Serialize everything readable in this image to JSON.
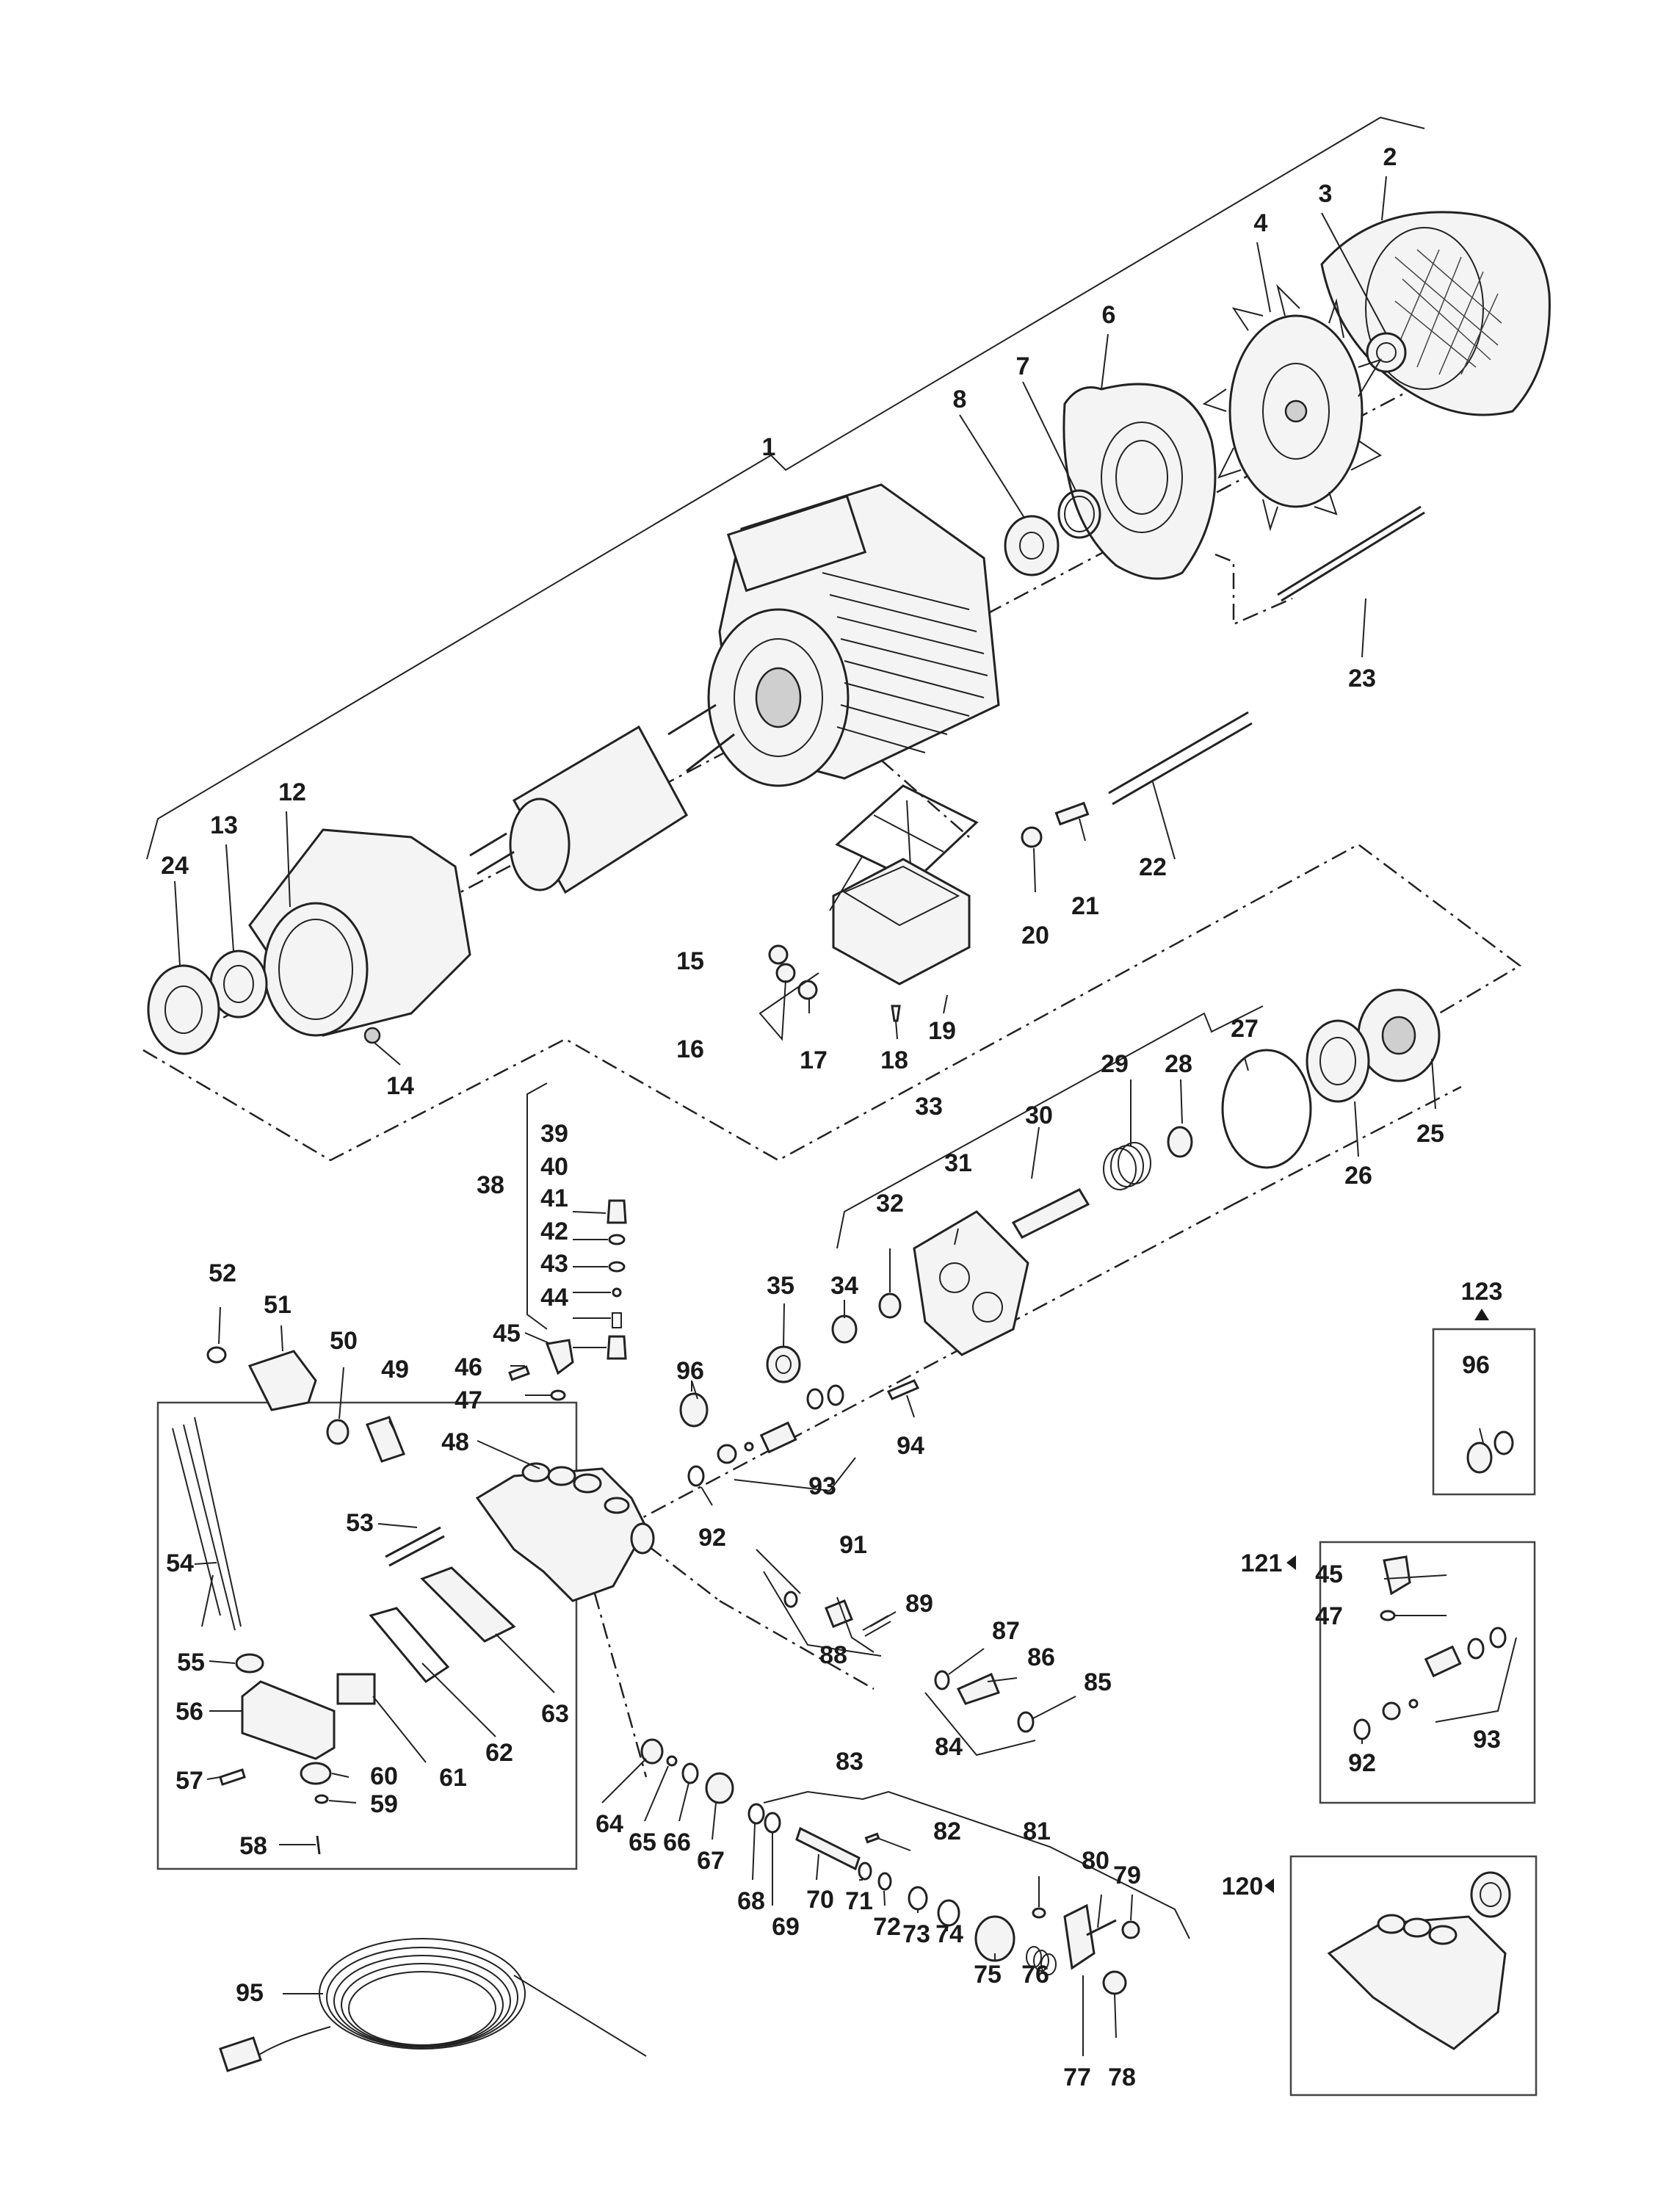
{
  "labels": {
    "p1": "1",
    "p2": "2",
    "p3": "3",
    "p4": "4",
    "p6": "6",
    "p7": "7",
    "p8": "8",
    "p12": "12",
    "p13": "13",
    "p14": "14",
    "p15": "15",
    "p16": "16",
    "p17": "17",
    "p18": "18",
    "p19": "19",
    "p20": "20",
    "p21": "21",
    "p22": "22",
    "p23": "23",
    "p24": "24",
    "p25": "25",
    "p26": "26",
    "p27": "27",
    "p28": "28",
    "p29": "29",
    "p30": "30",
    "p31": "31",
    "p32": "32",
    "p33": "33",
    "p34": "34",
    "p35": "35",
    "p38": "38",
    "p39": "39",
    "p40": "40",
    "p41": "41",
    "p42": "42",
    "p43": "43",
    "p44": "44",
    "p45": "45",
    "p46": "46",
    "p47": "47",
    "p48": "48",
    "p49": "49",
    "p50": "50",
    "p51": "51",
    "p52": "52",
    "p53": "53",
    "p54": "54",
    "p55": "55",
    "p56": "56",
    "p57": "57",
    "p58": "58",
    "p59": "59",
    "p60": "60",
    "p61": "61",
    "p62": "62",
    "p63": "63",
    "p64": "64",
    "p65": "65",
    "p66": "66",
    "p67": "67",
    "p68": "68",
    "p69": "69",
    "p70": "70",
    "p71": "71",
    "p72": "72",
    "p73": "73",
    "p74": "74",
    "p75": "75",
    "p76": "76",
    "p77": "77",
    "p78": "78",
    "p79": "79",
    "p80": "80",
    "p81": "81",
    "p82": "82",
    "p83": "83",
    "p84": "84",
    "p85": "85",
    "p86": "86",
    "p87": "87",
    "p88": "88",
    "p89": "89",
    "p91": "91",
    "p92": "92",
    "p93": "93",
    "p94": "94",
    "p95": "95",
    "p96": "96",
    "k123": "123",
    "k123_96": "96",
    "k121": "121",
    "k121_45": "45",
    "k121_47": "47",
    "k121_93": "93",
    "k121_92": "92",
    "k120": "120"
  },
  "kit_marker_icon": "triangle-icon"
}
